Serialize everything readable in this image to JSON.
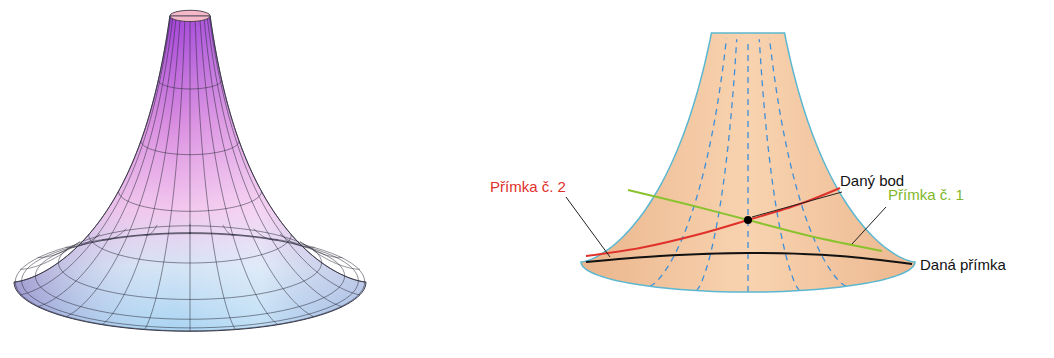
{
  "diagram": {
    "labels": [
      "Přímka č. 2",
      "Daný bod",
      "Přímka č. 1",
      "Daná přímka"
    ]
  }
}
